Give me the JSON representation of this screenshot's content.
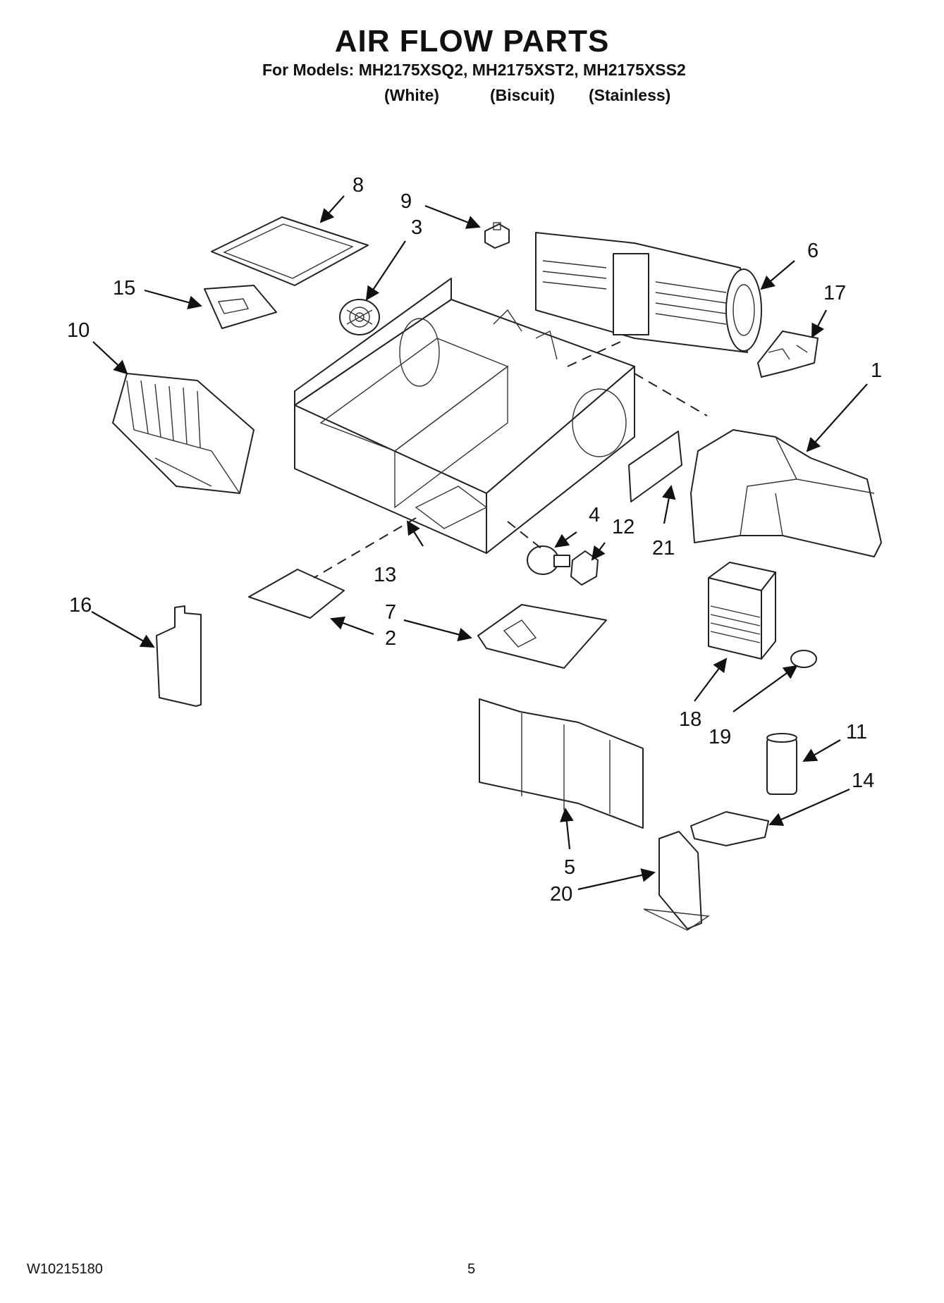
{
  "header": {
    "title": "AIR FLOW PARTS",
    "models_line": "For Models: MH2175XSQ2, MH2175XST2, MH2175XSS2",
    "variants": [
      "(White)",
      "(Biscuit)",
      "(Stainless)"
    ]
  },
  "callouts": {
    "c1": "1",
    "c2": "2",
    "c3": "3",
    "c4": "4",
    "c5": "5",
    "c6": "6",
    "c7": "7",
    "c8": "8",
    "c9": "9",
    "c10": "10",
    "c11": "11",
    "c12": "12",
    "c13": "13",
    "c14": "14",
    "c15": "15",
    "c16": "16",
    "c17": "17",
    "c18": "18",
    "c19": "19",
    "c20": "20",
    "c21": "21"
  },
  "footer": {
    "doc_number": "W10215180",
    "page": "5"
  }
}
